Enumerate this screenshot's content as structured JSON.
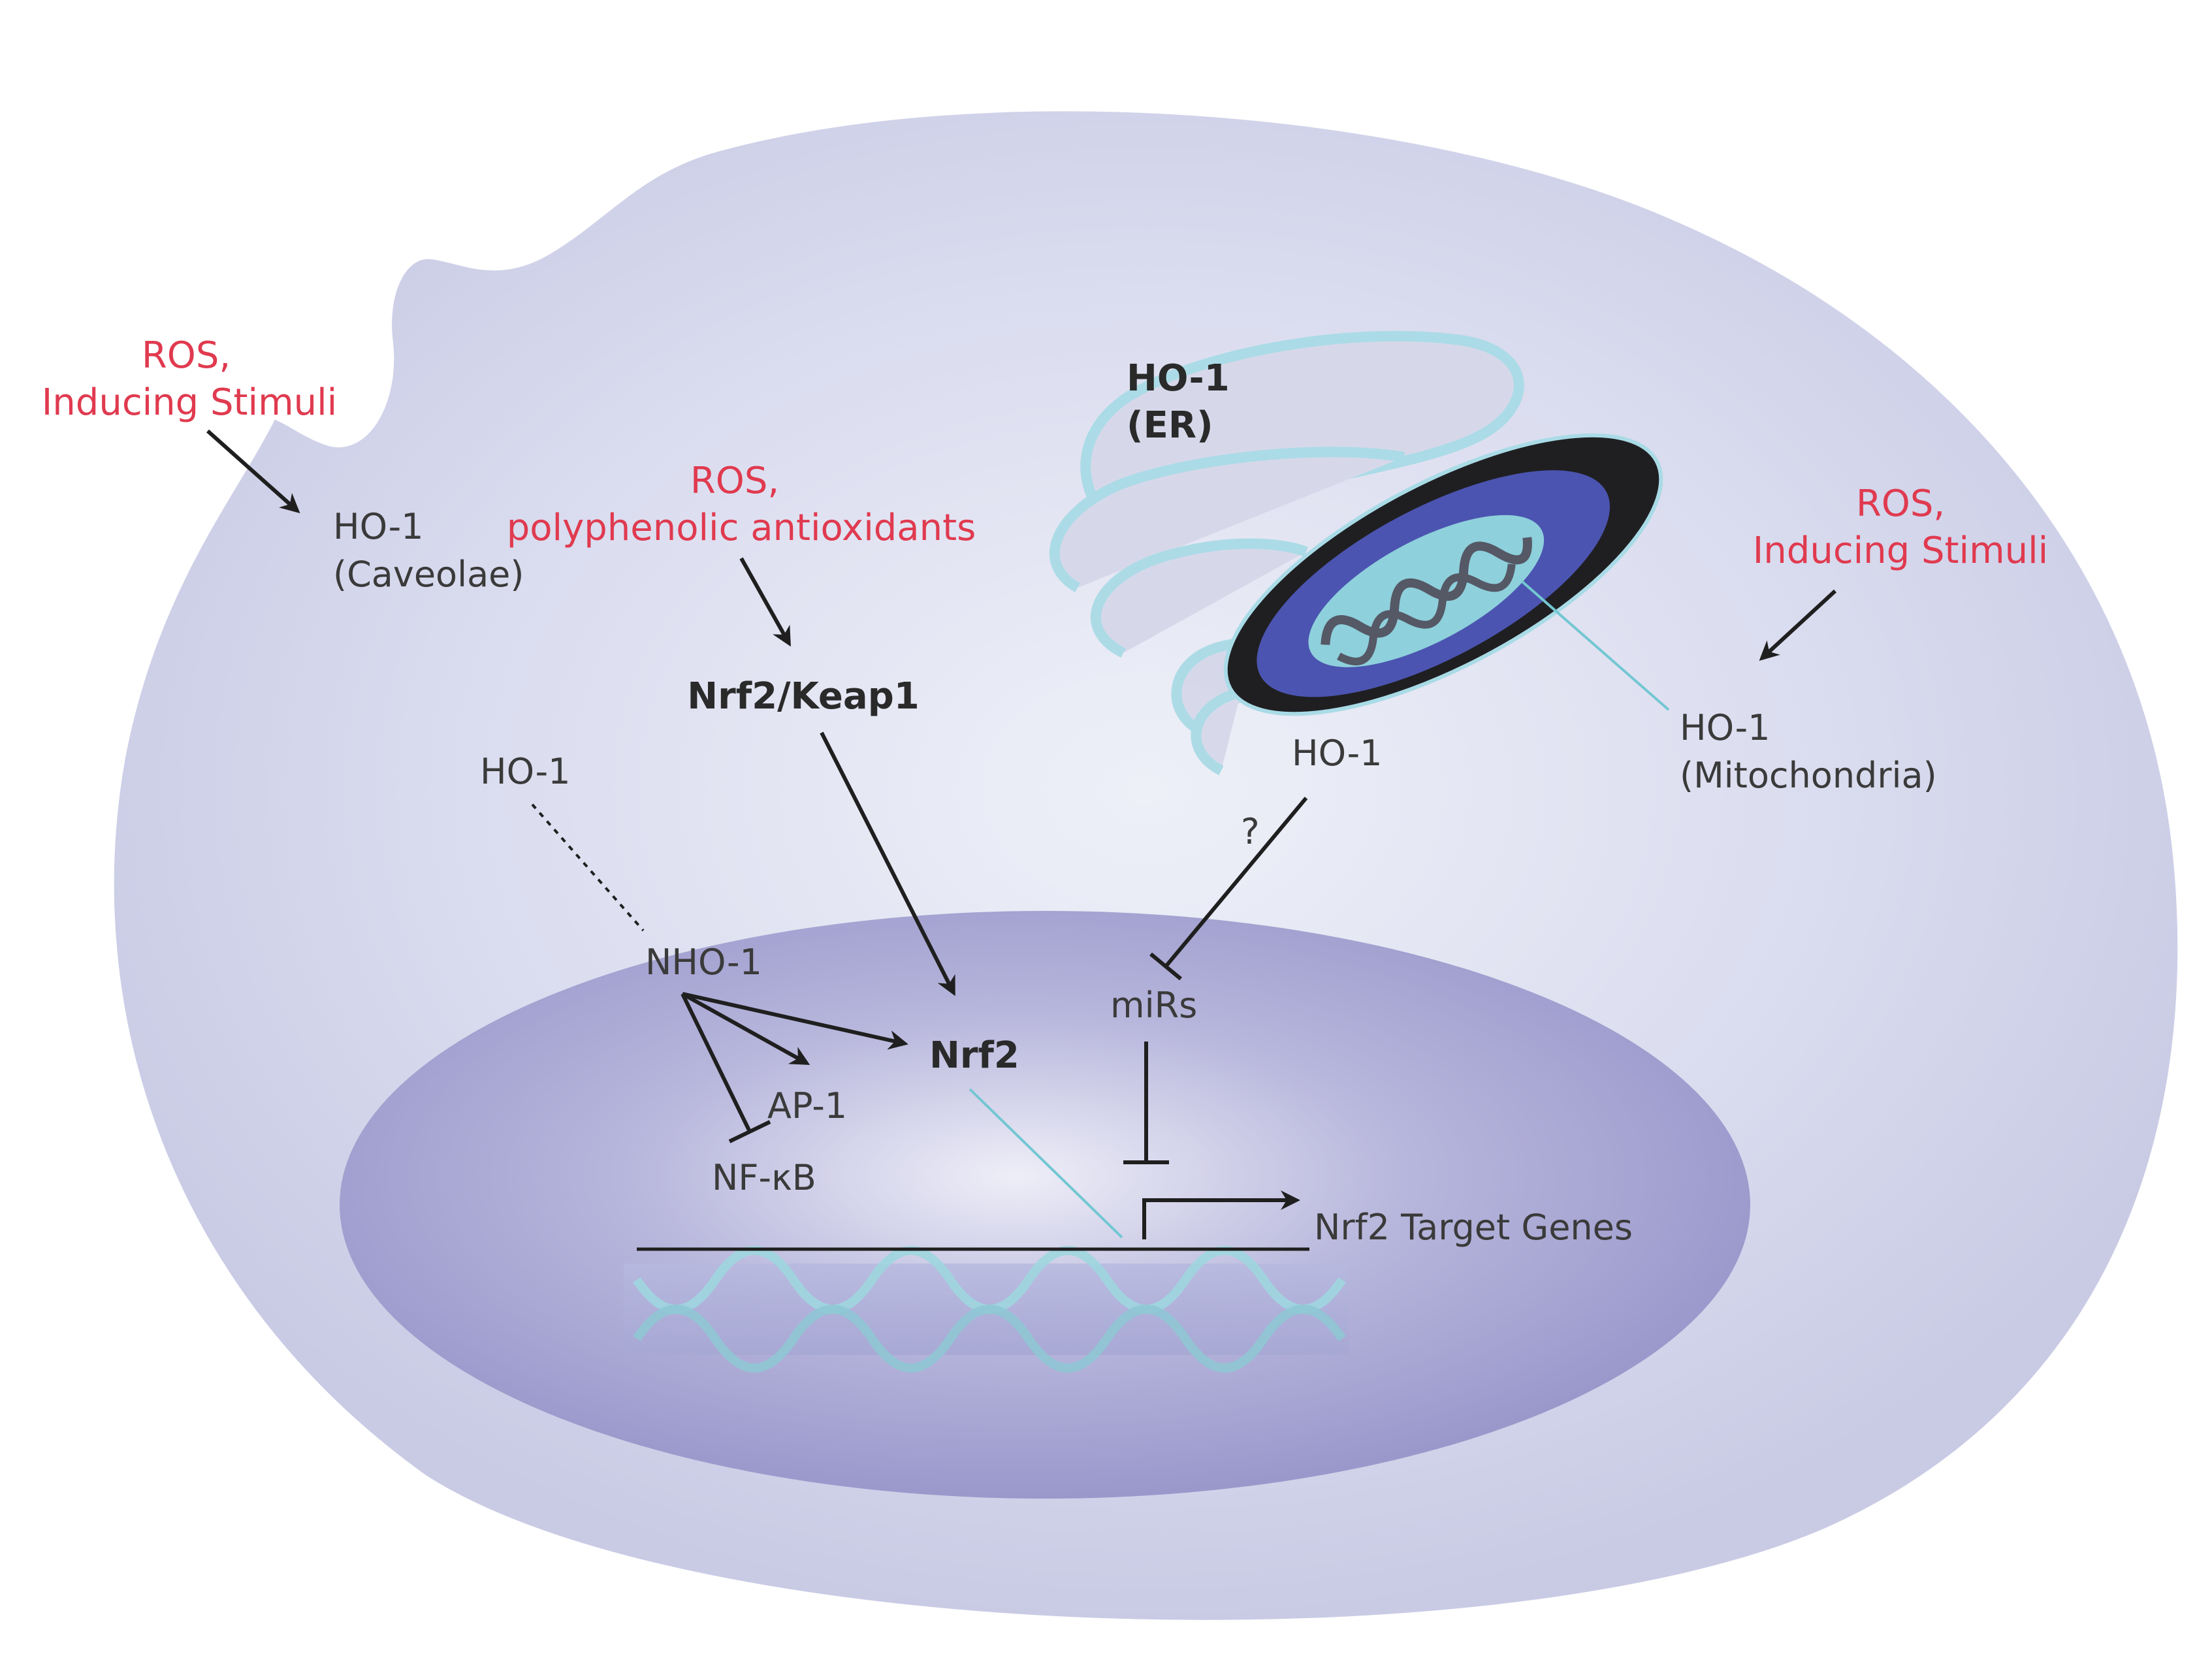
{
  "colors": {
    "cytoplasm": "#cfd0e8",
    "nucleus": "#a3a2d0",
    "stimulus_text": "#e03a4f",
    "label_text": "#3a3a3a",
    "er": "#a9dbe6",
    "mitochondria_outer": "#1f1f22",
    "mitochondria_inner": "#4b54b0",
    "connector": "#73c7d2"
  },
  "labels": {
    "ros_caveolae_line1": "ROS,",
    "ros_caveolae_line2": "Inducing Stimuli",
    "ho1_caveolae_line1": "HO-1",
    "ho1_caveolae_line2": "(Caveolae)",
    "ros_poly_line1": "ROS,",
    "ros_poly_line2": "polyphenolic antioxidants",
    "nrf2_keap1": "Nrf2/Keap1",
    "ho1_er_line1": "HO-1",
    "ho1_er_line2": "(ER)",
    "ros_mito_line1": "ROS,",
    "ros_mito_line2": "Inducing Stimuli",
    "ho1_mito_line1": "HO-1",
    "ho1_mito_line2": "(Mitochondria)",
    "ho1_cytosol": "HO-1",
    "ho1_center": "HO-1",
    "question_mark": "?",
    "nho1": "NHO-1",
    "nrf2": "Nrf2",
    "ap1": "AP-1",
    "nfkb": "NF-κB",
    "mirs": "miRs",
    "nrf2_target_genes": "Nrf2 Target Genes"
  }
}
